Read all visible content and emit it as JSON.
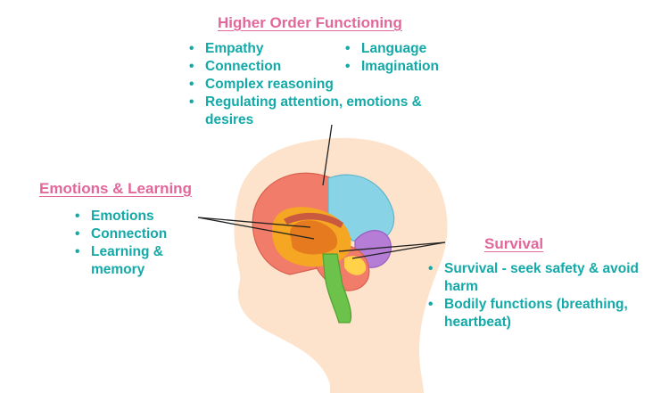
{
  "higher_order": {
    "heading": "Higher Order Functioning",
    "left_items": [
      "Empathy",
      "Connection",
      "Complex reasoning",
      "Regulating attention, emotions & desires"
    ],
    "right_items": [
      "Language",
      "Imagination"
    ]
  },
  "emotions_learning": {
    "heading": "Emotions & Learning",
    "items": [
      "Emotions",
      "Connection",
      "Learning & memory"
    ]
  },
  "survival": {
    "heading": "Survival",
    "items": [
      "Survival - seek safety & avoid harm",
      "Bodily functions (breathing, heartbeat)"
    ]
  },
  "colors": {
    "heading": "#e2679a",
    "bullet_text": "#13a9a8",
    "head_skin": "#fde3cc",
    "cortex_front": "#f27c6a",
    "cortex_back": "#89d3e6",
    "limbic": "#f5a623",
    "brainstem": "#6cc24a",
    "cerebellum": "#b57dd6"
  },
  "icons": [
    "head-silhouette-icon",
    "brain-icon"
  ]
}
